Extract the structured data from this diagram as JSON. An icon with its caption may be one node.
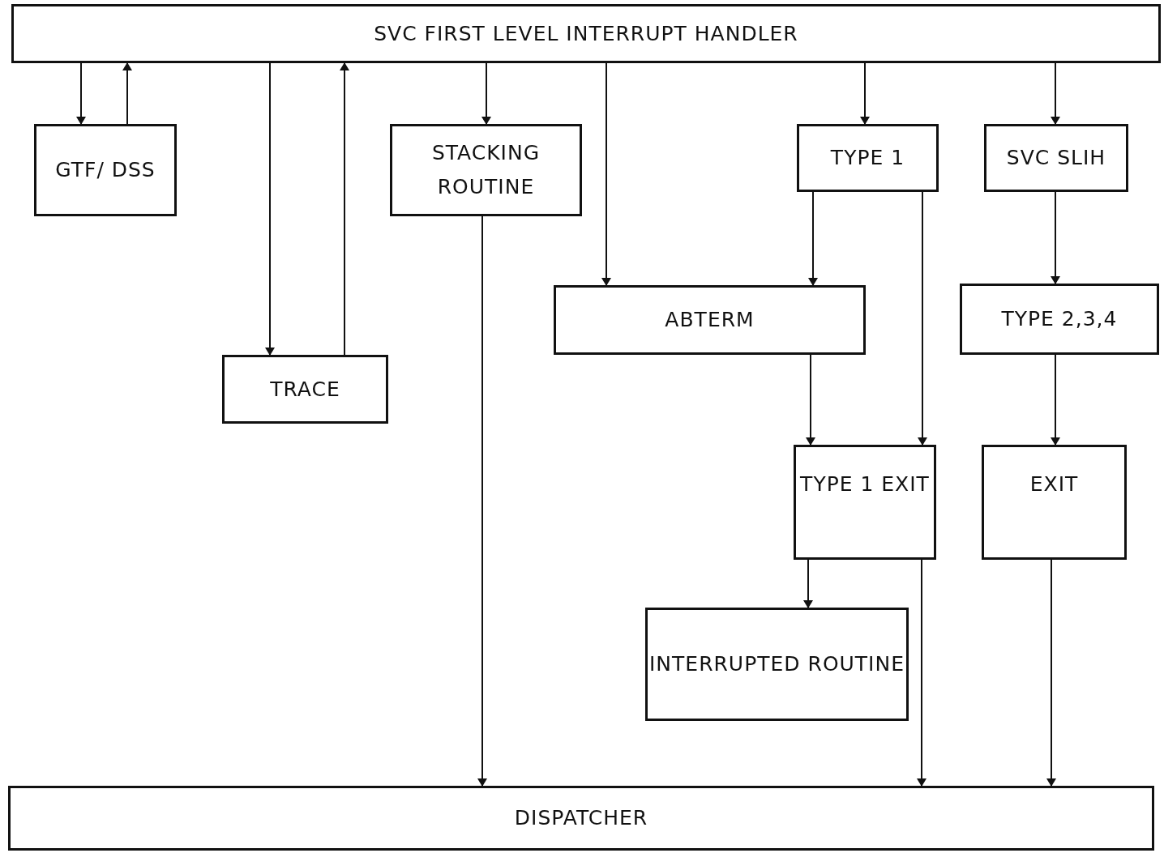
{
  "diagram": {
    "nodes": [
      {
        "text": [
          "SVC FIRST LEVEL INTERRUPT HANDLER"
        ]
      },
      {
        "text": [
          "GTF/ DSS"
        ]
      },
      {
        "text": [
          "STACKING ROUTINE"
        ]
      },
      {
        "text": [
          "TYPE 1"
        ]
      },
      {
        "text": [
          "SVC SLIH"
        ]
      },
      {
        "text": [
          "TRACE"
        ]
      },
      {
        "text": [
          "ABTERM"
        ]
      },
      {
        "text": [
          "TYPE 2,3,4"
        ]
      },
      {
        "text": [
          "TYPE 1 EXIT"
        ]
      },
      {
        "text": [
          "EXIT"
        ]
      },
      {
        "text": [
          "INTERRUPTED ROUTINE"
        ]
      },
      {
        "text": [
          "DISPATCHER"
        ]
      }
    ],
    "edges": [
      {
        "from": 0,
        "to": 1,
        "arrow": "to"
      },
      {
        "from": 1,
        "to": 0,
        "arrow": "to"
      },
      {
        "from": 0,
        "to": 5,
        "arrow": "to"
      },
      {
        "from": 5,
        "to": 0,
        "arrow": "to"
      },
      {
        "from": 0,
        "to": 2,
        "arrow": "to"
      },
      {
        "from": 0,
        "to": 6,
        "arrow": "to"
      },
      {
        "from": 0,
        "to": 3,
        "arrow": "to"
      },
      {
        "from": 0,
        "to": 4,
        "arrow": "to"
      },
      {
        "from": 3,
        "to": 6,
        "arrow": "to"
      },
      {
        "from": 3,
        "to": 8,
        "arrow": "to"
      },
      {
        "from": 6,
        "to": 8,
        "arrow": "to"
      },
      {
        "from": 4,
        "to": 7,
        "arrow": "to"
      },
      {
        "from": 7,
        "to": 9,
        "arrow": "to"
      },
      {
        "from": 2,
        "to": 11,
        "arrow": "to"
      },
      {
        "from": 8,
        "to": 10,
        "arrow": "to"
      },
      {
        "from": 8,
        "to": 11,
        "arrow": "to"
      },
      {
        "from": 9,
        "to": 11,
        "arrow": "to"
      }
    ]
  }
}
